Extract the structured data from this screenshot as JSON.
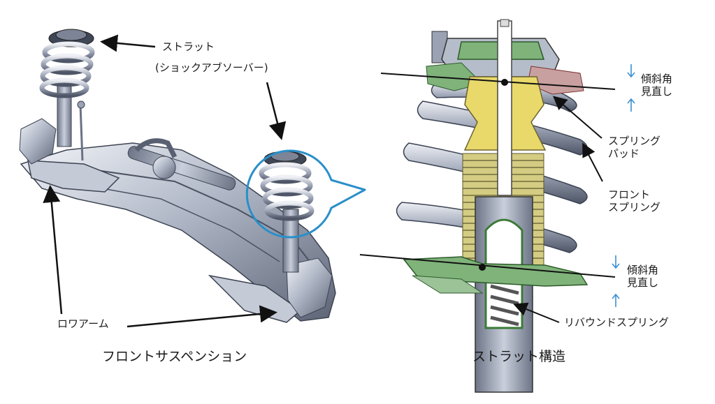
{
  "left_panel": {
    "caption": "フロントサスペンション",
    "label_strut_line1": "ストラット",
    "label_strut_line2": "(ショックアブソーバー)",
    "label_lower_arm": "ロワアーム"
  },
  "right_panel": {
    "caption": "ストラット構造",
    "label_tilt_top_line1": "傾斜角",
    "label_tilt_top_line2": "見直し",
    "label_spring_pad_line1": "スプリング",
    "label_spring_pad_line2": "パッド",
    "label_front_spring_line1": "フロント",
    "label_front_spring_line2": "スプリング",
    "label_tilt_bottom_line1": "傾斜角",
    "label_tilt_bottom_line2": "見直し",
    "label_rebound_spring": "リバウンドスプリング"
  },
  "colors": {
    "callout_circle": "#2a8fc9",
    "tilt_arrow": "#3a8fd1",
    "strut_yellow": "#e8d96a",
    "seat_green": "#7fb37a",
    "steel_gray": "#8a93a6"
  }
}
